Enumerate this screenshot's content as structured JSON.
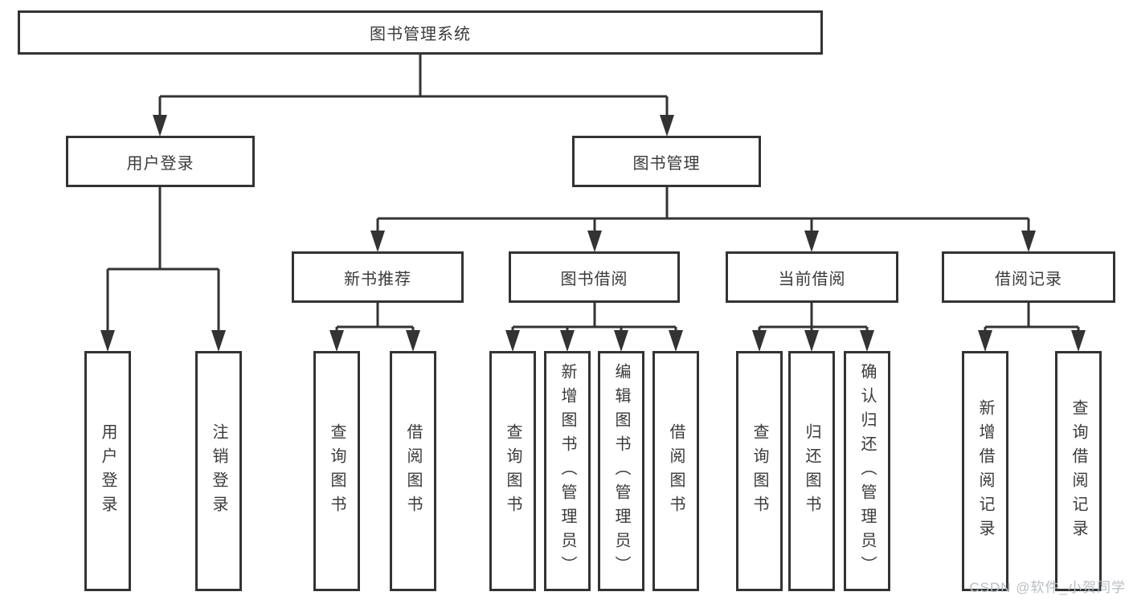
{
  "diagram": {
    "root": {
      "label": "图书管理系统"
    },
    "level2": [
      {
        "label": "用户登录"
      },
      {
        "label": "图书管理"
      }
    ],
    "level3": [
      {
        "label": "新书推荐"
      },
      {
        "label": "图书借阅"
      },
      {
        "label": "当前借阅"
      },
      {
        "label": "借阅记录"
      }
    ],
    "leaves": [
      {
        "label": "用户登录"
      },
      {
        "label": "注销登录"
      },
      {
        "label": "查询图书"
      },
      {
        "label": "借阅图书"
      },
      {
        "label": "查询图书"
      },
      {
        "label": "新增图书（管理员）"
      },
      {
        "label": "编辑图书（管理员）"
      },
      {
        "label": "借阅图书"
      },
      {
        "label": "查询图书"
      },
      {
        "label": "归还图书"
      },
      {
        "label": "确认归还（管理员）"
      },
      {
        "label": "新增借阅记录"
      },
      {
        "label": "查询借阅记录"
      }
    ]
  },
  "watermark": {
    "text": "CSDN @软件_小贺同学"
  },
  "colors": {
    "line": "#333333",
    "text": "#3a3a3a",
    "watermark": "#b9bdc2",
    "background": "#ffffff"
  }
}
